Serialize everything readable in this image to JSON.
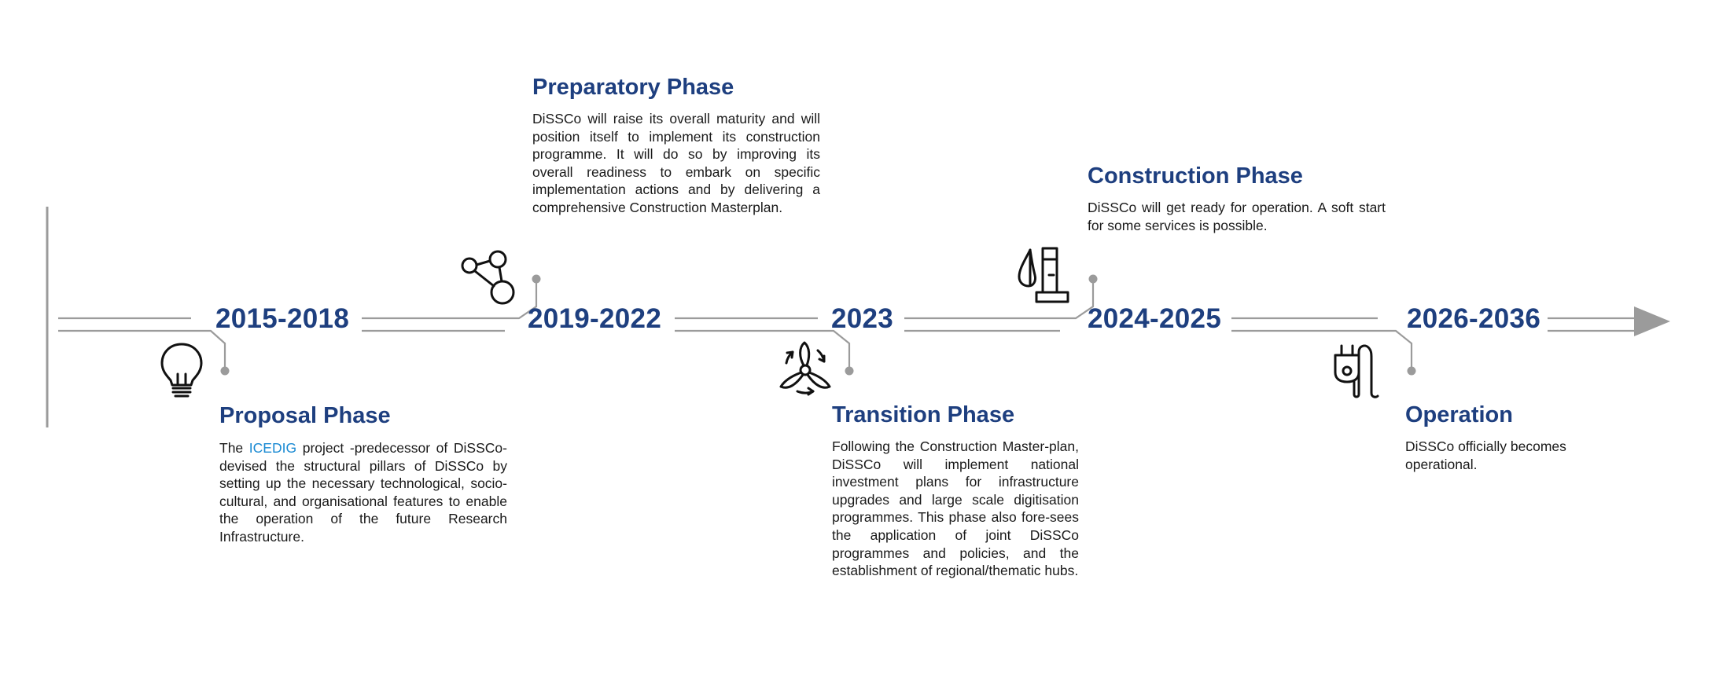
{
  "colors": {
    "title": "#1e3f7f",
    "text": "#1a1a1a",
    "link": "#1a8ad3",
    "line": "#9b9b9b",
    "dot": "#9b9b9b",
    "arrow": "#9b9b9b",
    "icon": "#111111"
  },
  "timeline": {
    "years": [
      "2015-2018",
      "2019-2022",
      "2023",
      "2024-2025",
      "2026-2036"
    ]
  },
  "phases": [
    {
      "title": "Proposal Phase",
      "icon": "lightbulb-icon",
      "desc_prefix": "The ",
      "desc_link": "ICEDIG",
      "desc_suffix": " project -predecessor of DiSSCo- devised the structural pillars of DiSSCo by setting up the necessary technological, socio-cultural, and organisational features to enable the operation of the future Research Infrastructure."
    },
    {
      "title": "Preparatory Phase",
      "icon": "network-nodes-icon",
      "desc": "DiSSCo will raise its overall maturity and will position itself to implement its construction programme. It will do so by improving its overall readiness to embark on specific implementation actions and by delivering a comprehensive Construction Masterplan."
    },
    {
      "title": "Transition Phase",
      "icon": "fan-icon",
      "desc": "Following the Construction Master-plan, DiSSCo will  implement national investment plans for infrastructure upgrades and large scale digitisation programmes. This phase also fore-sees the application of joint DiSSCo programmes and policies, and the establishment of regional/thematic hubs."
    },
    {
      "title": "Construction Phase",
      "icon": "construction-icon",
      "desc": "DiSSCo will get ready for operation. A soft start for some services is possible."
    },
    {
      "title": "Operation",
      "icon": "power-plug-icon",
      "desc": "DiSSCo officially becomes operational."
    }
  ]
}
